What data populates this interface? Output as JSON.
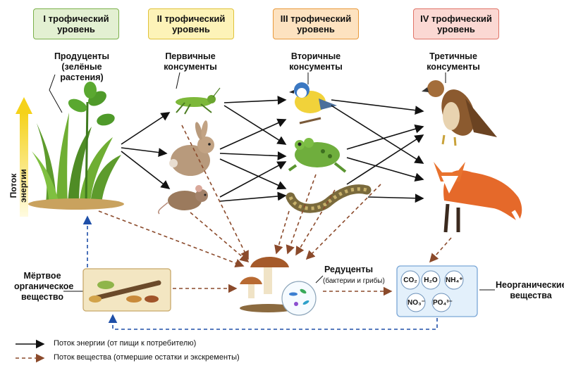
{
  "levels": [
    {
      "title": "I трофический",
      "subtitle": "уровень",
      "bg": "#e3f0d2",
      "border": "#7bb04a"
    },
    {
      "title": "II трофический",
      "subtitle": "уровень",
      "bg": "#fdf3b8",
      "border": "#e0c23a"
    },
    {
      "title": "III трофический",
      "subtitle": "уровень",
      "bg": "#fde2c0",
      "border": "#e89a3c"
    },
    {
      "title": "IV трофический",
      "subtitle": "уровень",
      "bg": "#fbd8d3",
      "border": "#e07468"
    }
  ],
  "labels": {
    "producers": "Продуценты\n(зелёные\nрастения)",
    "primary": "Первичные\nконсументы",
    "secondary": "Вторичные\nконсументы",
    "tertiary": "Третичные\nконсументы",
    "dead_matter": "Мёртвое\nорганическое\nвещество",
    "decomposers_title": "Редуценты",
    "decomposers_sub": "(бактерии и грибы)",
    "inorganic": "Неорганические\nвещества",
    "energy_axis": "Поток энергии"
  },
  "molecules": [
    "CO₂",
    "H₂O",
    "NH₄⁺",
    "NO₃⁻",
    "PO₄³⁻"
  ],
  "legend": {
    "energy": "Поток энергии (от пищи к потребителю)",
    "matter": "Поток вещества (отмершие остатки и экскременты)"
  },
  "colors": {
    "energy_arrow": "#111111",
    "matter_arrow": "#8b4a2b",
    "return_arrow": "#1f4fa8",
    "inorganic_box": "#e3f0fb",
    "dead_box": "#f3e6c2",
    "axis_arrow": "#f5d21a"
  },
  "icons": [
    "grass-icon",
    "grasshopper-icon",
    "rabbit-icon",
    "mouse-icon",
    "bird-icon",
    "frog-icon",
    "snake-icon",
    "hawk-icon",
    "fox-icon",
    "mushroom-icon",
    "bacteria-icon",
    "leaf-litter-icon"
  ]
}
